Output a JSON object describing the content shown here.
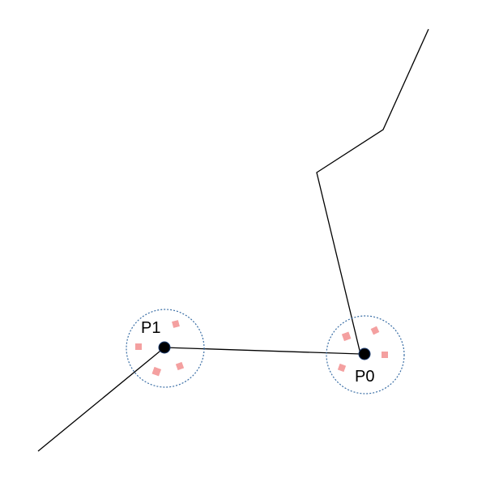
{
  "diagram": {
    "points": [
      {
        "id": "p0",
        "label": "P0"
      },
      {
        "id": "p1",
        "label": "P1"
      }
    ],
    "colors": {
      "path": "#000000",
      "point_fill": "#000000",
      "neighborhood_circle": "#3a6ea5",
      "sample_markers": "#f4a0a0"
    }
  }
}
